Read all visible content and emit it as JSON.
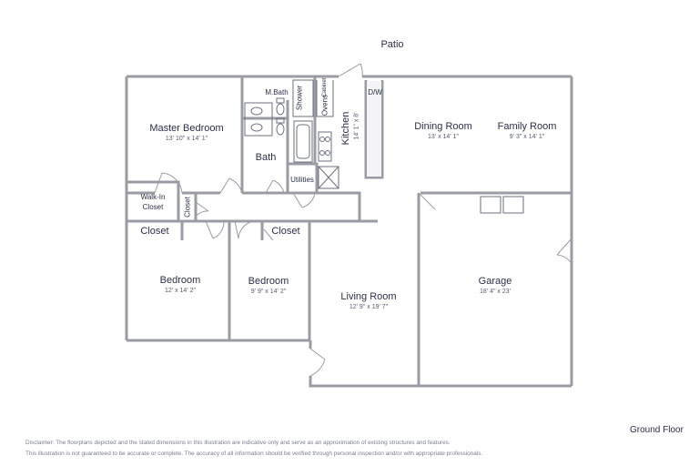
{
  "patio_label": "Patio",
  "floor_title": "Ground Floor",
  "rooms": {
    "master_bedroom": {
      "name": "Master Bedroom",
      "dim": "13' 10\" x 14' 1\""
    },
    "mbath": {
      "name": "M.Bath"
    },
    "shower": {
      "name": "Shower"
    },
    "bath": {
      "name": "Bath"
    },
    "utilities": {
      "name": "Utilities"
    },
    "cabinet": {
      "name": "Cabinet"
    },
    "ovens": {
      "name": "Ovens"
    },
    "kitchen": {
      "name": "Kitchen",
      "dim": "14' 1\" x 8'"
    },
    "dw": {
      "name": "D/W"
    },
    "dining_room": {
      "name": "Dining Room",
      "dim": "13' x 14' 1\""
    },
    "family_room": {
      "name": "Family Room",
      "dim": "9' 3\" x 14' 1\""
    },
    "walkin_closet": {
      "name1": "Walk-In",
      "name2": "Closet"
    },
    "closet_small": {
      "name": "Closet"
    },
    "closet_left": {
      "name": "Closet"
    },
    "closet_right": {
      "name": "Closet"
    },
    "bedroom1": {
      "name": "Bedroom",
      "dim": "12' x 14' 2\""
    },
    "bedroom2": {
      "name": "Bedroom",
      "dim": "9' 9\" x 14' 2\""
    },
    "living_room": {
      "name": "Living Room",
      "dim": "12' 9\" x 19' 7\""
    },
    "garage": {
      "name": "Garage",
      "dim": "18' 4\" x 23'"
    }
  },
  "disclaimer": [
    "Disclaimer: The floorplans depicted and the stated dimensions in this illustration are indicative only and serve as an approximation of existing structures and features.",
    "This illustration is not guaranteed to be accurate or complete. The accuracy of all information should be verified through personal inspection and/or with appropriate professionals."
  ],
  "colors": {
    "wall": "#9a9ca3",
    "fixture": "#6d7080",
    "text": "#2b2f4a"
  }
}
